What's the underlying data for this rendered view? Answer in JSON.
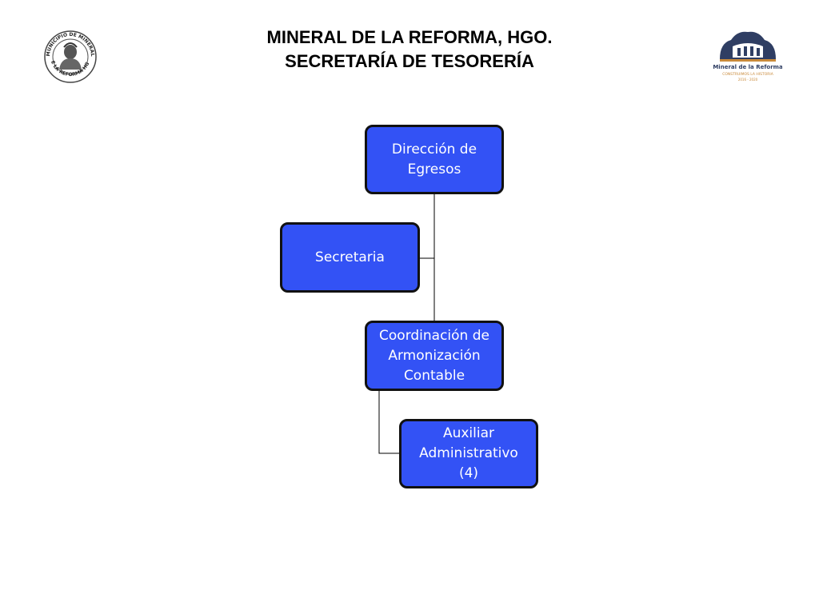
{
  "header": {
    "line1": "MINERAL DE LA REFORMA, HGO.",
    "line2": "SECRETARÍA DE TESORERÍA"
  },
  "logos": {
    "left": {
      "icon": "municipal-seal-icon",
      "text_top": "MUNICIPIO DE MINERAL",
      "text_bottom": "DE LA REFORMA HGO."
    },
    "right": {
      "icon": "mineral-de-la-reforma-logo-icon",
      "name": "Mineral de la Reforma",
      "tagline": "CONSTRUIMOS LA HISTORIA",
      "years": "2016 - 2020"
    }
  },
  "org_chart": {
    "colors": {
      "node_fill": "#3352F5",
      "node_border": "#111111",
      "node_text": "#FFFFFF",
      "connector": "#000000"
    },
    "nodes": [
      {
        "id": "direccion",
        "label": "Dirección de\nEgresos"
      },
      {
        "id": "secretaria",
        "label": "Secretaria"
      },
      {
        "id": "coordinacion",
        "label": "Coordinación de\nArmonización\nContable"
      },
      {
        "id": "auxiliar",
        "label": "Auxiliar\nAdministrativo\n(4)"
      }
    ],
    "edges": [
      {
        "from": "direccion",
        "to": "coordinacion"
      },
      {
        "from": "direccion",
        "to": "secretaria",
        "type": "assistant"
      },
      {
        "from": "coordinacion",
        "to": "auxiliar"
      }
    ]
  }
}
